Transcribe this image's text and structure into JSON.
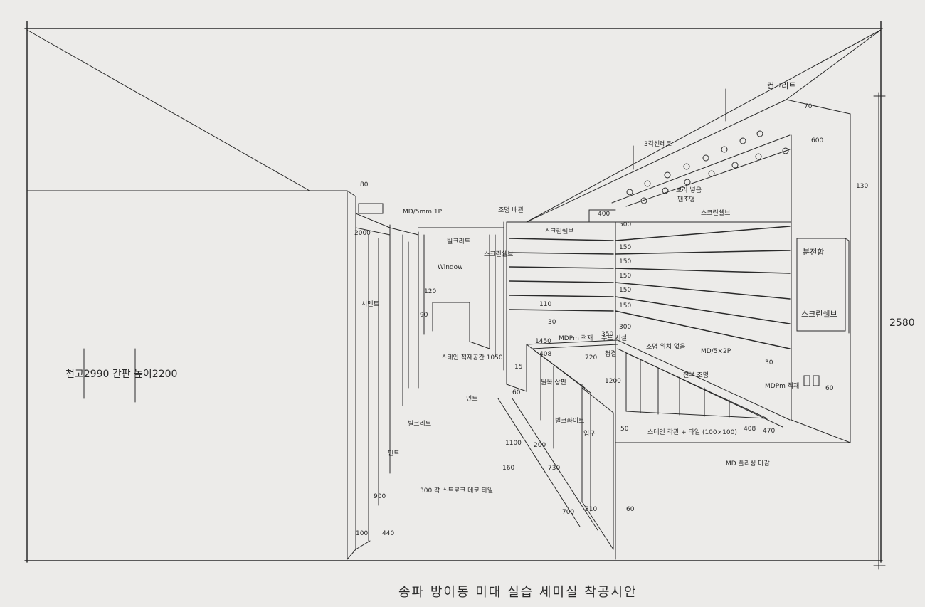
{
  "labels": {
    "ceiling_note": "천고2990 간판 높이2200",
    "title": "송파 방이동 미대 실습 세미실 착공시안",
    "height_dim": "2580",
    "ceiling_top": "컨크리트",
    "ceiling_mid": "3각선레트",
    "pendant": "팬조명",
    "shelf_label_1": "스크린쉘브",
    "shelf_label_2": "스크린쉘브",
    "left_panel": "빌크리트",
    "window": "Window",
    "board": "분전함",
    "board2": "스크린쉘브",
    "md_note": "MD/5mm 1P",
    "md_shelf": "MD/5×2P",
    "steel": "스테인 각관 + 타일 (100×100)",
    "floor": "300 각 스트로크 데코 타일",
    "cement": "시멘트",
    "side_note": "MD 폴리싱 마감",
    "mid_label_1": "스크린쉘브",
    "mid_label_2": "수도 시설",
    "entrance": "입구",
    "left_door": "빌크리트",
    "left_mint": "민트",
    "note_desk": "원목 상판",
    "note_sink": "스테인 적재공간 1050",
    "note_mint2": "민트",
    "note_white": "빌크화이트",
    "note_red": "보리 넣음",
    "note_light": "조명 위치 없음",
    "note_mdp": "MDPm 적재",
    "note_mdp2": "MDPm 적재",
    "note_ceiling2": "전부 조명",
    "note_clean": "청결",
    "note_top_left": "조명 배관"
  },
  "dims": {
    "d70": "70",
    "d600": "600",
    "d130": "130",
    "d400": "400",
    "d500": "500",
    "d150a": "150",
    "d150b": "150",
    "d150c": "150",
    "d150d": "150",
    "d150e": "150",
    "d350": "350",
    "d300": "300",
    "d30": "30",
    "d110": "110",
    "d30b": "30",
    "d1450": "1450",
    "d408": "408",
    "d720": "720",
    "d1200": "1200",
    "d50": "50",
    "d60a": "60",
    "d60b": "60",
    "d60c": "60",
    "d408b": "408",
    "d470": "470",
    "d100": "100",
    "d440": "440",
    "d900": "900",
    "d80": "80",
    "d700": "700",
    "d1100": "1100",
    "d160": "160",
    "d730": "730",
    "d200": "200",
    "d2000": "2000",
    "d90": "90",
    "d15": "15",
    "d120": "120",
    "d810": "810"
  }
}
